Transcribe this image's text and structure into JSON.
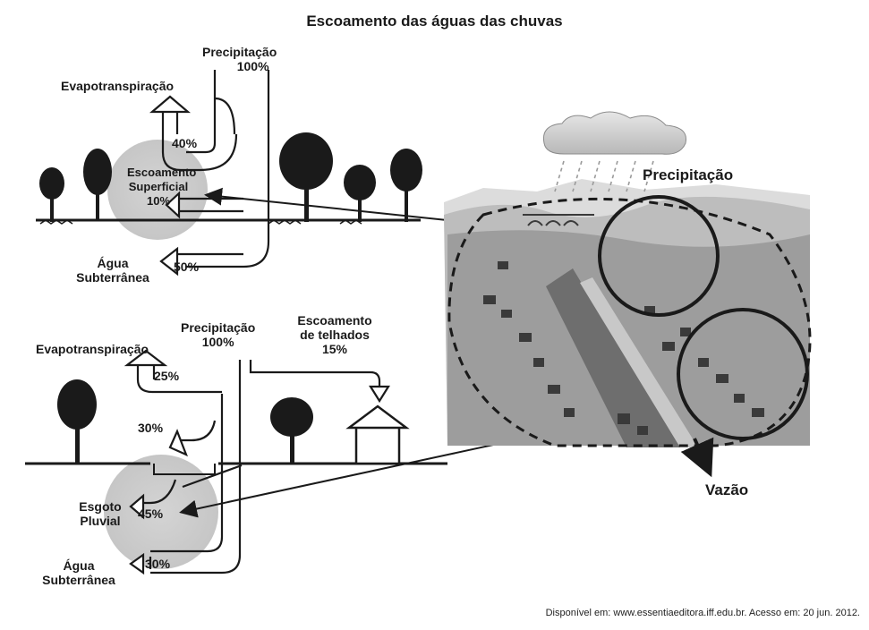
{
  "title": "Escoamento das águas das chuvas",
  "credit": "Disponível em: www.essentiaeditora.iff.edu.br. Acesso em: 20 jun. 2012.",
  "natural": {
    "precipitacao": "Precipitação",
    "precipitacao_pct": "100%",
    "evapotranspiracao": "Evapotranspiração",
    "evapotranspiracao_pct": "40%",
    "escoamento_line1": "Escoamento",
    "escoamento_line2": "Superficial",
    "escoamento_pct": "10%",
    "agua_line1": "Água",
    "agua_line2": "Subterrânea",
    "agua_pct": "50%"
  },
  "urban": {
    "precipitacao": "Precipitação",
    "precipitacao_pct": "100%",
    "evapotranspiracao": "Evapotranspiração",
    "evapotranspiracao_pct": "25%",
    "infiltracao_pct": "30%",
    "telhados_line1": "Escoamento",
    "telhados_line2": "de telhados",
    "telhados_pct": "15%",
    "esgoto_line1": "Esgoto",
    "esgoto_line2": "Pluvial",
    "esgoto_pct": "45%",
    "agua_line1": "Água",
    "agua_line2": "Subterrânea",
    "agua_pct": "30%"
  },
  "landscape": {
    "precipitacao": "Precipitação",
    "vazao": "Vazão"
  }
}
